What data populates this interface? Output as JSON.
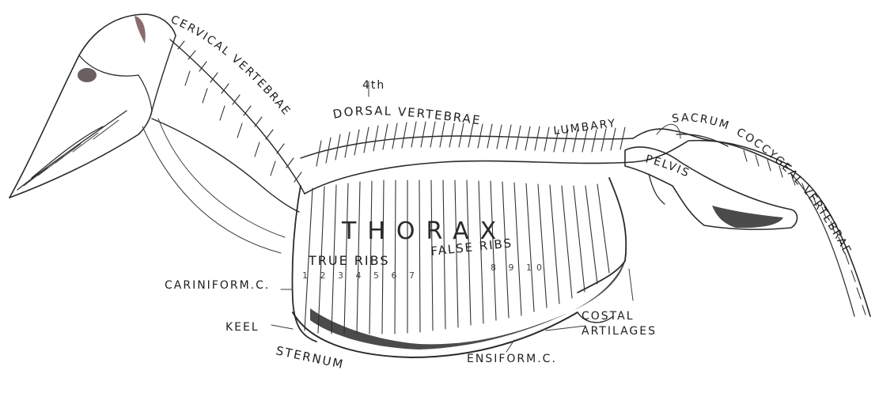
{
  "labels": {
    "cervical_vertebrae": "CERVICAL VERTEBRAE",
    "fourth": "4th",
    "dorsal_vertebrae": "DORSAL VERTEBRAE",
    "lumbary": "LUMBARY",
    "sacrum": "SACRUM",
    "coccygeal_vertebrae": "COCCYGEAL VERTEBRAE",
    "pelvis": "PELVIS",
    "thorax": "THORAX",
    "true_ribs": "TRUE RIBS",
    "false_ribs": "FALSE RIBS",
    "true_rib_numbers": "1 2 3 4 5 6 7",
    "false_rib_numbers": "8 9 10",
    "cariniform": "CARINIFORM.C.",
    "keel": "KEEL",
    "sternum": "STERNUM",
    "ensiform": "ENSIFORM.C.",
    "costal": "COSTAL",
    "cartilages": "ARTILAGES"
  }
}
